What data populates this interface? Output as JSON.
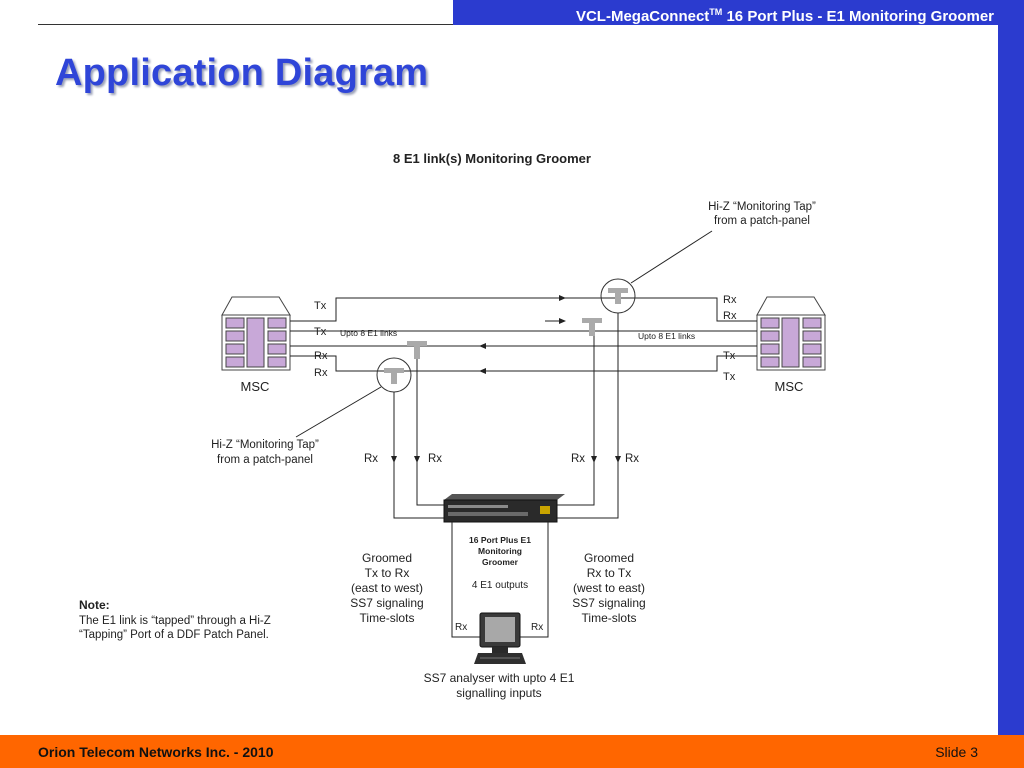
{
  "header": {
    "title_part1": "VCL-MegaConnect",
    "title_tm": "TM",
    "title_part2": " 16 Port Plus - E1 Monitoring Groomer"
  },
  "page": {
    "title": "Application Diagram"
  },
  "diagram": {
    "title": "8 E1 link(s) Monitoring Groomer",
    "tap_label_right_line1": "Hi-Z “Monitoring Tap”",
    "tap_label_right_line2": "from a patch-panel",
    "tap_label_left_line1": "Hi-Z “Monitoring Tap”",
    "tap_label_left_line2": "from a patch-panel",
    "msc_left": "MSC",
    "msc_right": "MSC",
    "left_ports": [
      "Tx",
      "Tx",
      "Rx",
      "Rx"
    ],
    "right_ports": [
      "Rx",
      "Rx",
      "Tx",
      "Tx"
    ],
    "upto_left": "Upto 8 E1 links",
    "upto_right": "Upto 8 E1 links",
    "drop_labels": [
      "Rx",
      "Rx",
      "Rx",
      "Rx"
    ],
    "groomer_line1": "16 Port Plus E1",
    "groomer_line2": "Monitoring",
    "groomer_line3": "Groomer",
    "outputs": "4 E1 outputs",
    "groomed_left": [
      "Groomed",
      "Tx to Rx",
      "(east to west)",
      "SS7 signaling",
      "Time-slots"
    ],
    "groomed_right": [
      "Groomed",
      "Rx to Tx",
      "(west to east)",
      "SS7 signaling",
      "Time-slots"
    ],
    "analyser_rx_left": "Rx",
    "analyser_rx_right": "Rx",
    "analyser_line1": "SS7 analyser with upto 4 E1",
    "analyser_line2": "signalling inputs",
    "note_title": "Note:",
    "note_line1": "The E1 link is “tapped” through a Hi-Z",
    "note_line2": "“Tapping” Port of a DDF Patch Panel."
  },
  "footer": {
    "company": "Orion Telecom Networks Inc. - 2010",
    "slide": "Slide 3"
  },
  "colors": {
    "accent_blue": "#2b3bcf",
    "footer_orange": "#ff6600",
    "title_blue": "#2f45d8"
  }
}
